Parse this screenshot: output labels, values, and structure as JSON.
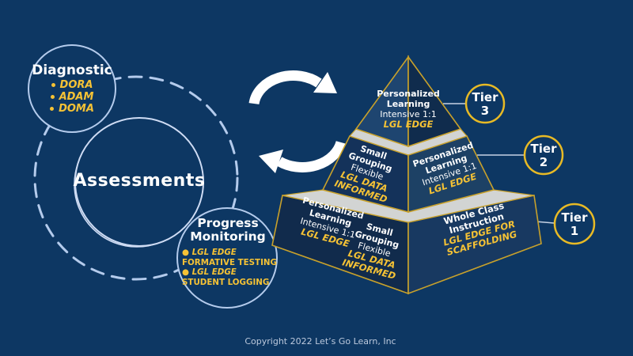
{
  "colors": {
    "background": "#0d3763",
    "accent_yellow": "#f5c235",
    "pyramid_gold_outline": "#c8a12b",
    "tier_circle_gold": "#e8ba25",
    "circle_stroke": "#b4cbec",
    "step_band_gray": "#d2d4d3",
    "arrow_white": "#ffffff"
  },
  "icons": {
    "cycle_arrows": "two curved white arrows forming a refresh cycle"
  },
  "left_diagram": {
    "diagnostic": {
      "title": "Diagnostic",
      "items": [
        "DORA",
        "ADAM",
        "DOMA"
      ]
    },
    "assessments": {
      "label": "Assessments"
    },
    "progress": {
      "title": "Progress Monitoring",
      "items": [
        {
          "tool": "LGL EDGE",
          "rest": "FORMATIVE TESTING"
        },
        {
          "tool": "LGL EDGE",
          "rest": "STUDENT LOGGING"
        }
      ]
    }
  },
  "pyramid": {
    "tier3_face": {
      "title": "Personalized Learning",
      "subtitle": "Intensive 1:1",
      "tool": "LGL EDGE"
    },
    "tier2_left": {
      "title": "Small Grouping",
      "subtitle": "Flexible",
      "tool": "LGL DATA INFORMED"
    },
    "tier2_right": {
      "title": "Personalized Learning",
      "subtitle": "Intensive 1:1",
      "tool": "LGL EDGE"
    },
    "tier1_left_a": {
      "title": "Personalized Learning",
      "subtitle": "Intensive 1:1",
      "tool": "LGL EDGE"
    },
    "tier1_left_b": {
      "title": "Small Grouping",
      "subtitle": "Flexible",
      "tool": "LGL DATA INFORMED"
    },
    "tier1_right": {
      "title": "Whole Class Instruction",
      "tool": "LGL EDGE FOR SCAFFOLDING"
    },
    "tier_labels": [
      {
        "word": "Tier",
        "num": "3"
      },
      {
        "word": "Tier",
        "num": "2"
      },
      {
        "word": "Tier",
        "num": "1"
      }
    ]
  },
  "footer": {
    "copyright": "Copyright 2022 Let’s Go Learn, Inc"
  }
}
